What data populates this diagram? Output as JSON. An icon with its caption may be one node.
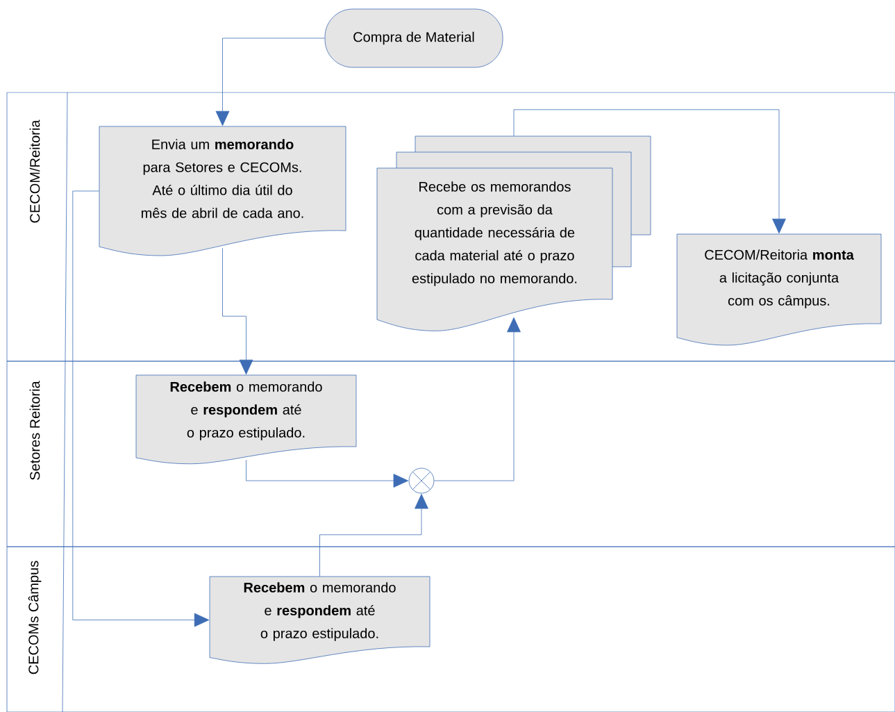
{
  "diagram": {
    "nodes": [
      {
        "text": [
          "Compra de Material"
        ]
      },
      {
        "text": [
          "CECOM/Reitoria"
        ]
      },
      {
        "text": [
          "Envia um **memorando** para Setores e CECOMs. Até o último dia útil do mês de abril de cada ano."
        ],
        "in": 1
      },
      {
        "text": [
          "Recebe os memorandos com a previsão da quantidade necessária de cada material até o prazo estipulado no memorando."
        ],
        "in": 1
      },
      {
        "text": [
          "CECOM/Reitoria **monta** a licitação conjunta com os câmpus."
        ],
        "in": 1
      },
      {
        "text": [
          "Setores Reitoria"
        ]
      },
      {
        "text": [
          "**Recebem** o memorando e **respondem** até o prazo estipulado."
        ],
        "in": 5
      },
      {
        "text": [],
        "shape": "circle",
        "in": 5
      },
      {
        "text": [
          "CECOMs Câmpus"
        ]
      },
      {
        "text": [
          "**Recebem** o memorando e **respondem** até o prazo estipulado."
        ],
        "in": 8
      }
    ],
    "edges": [
      {
        "from": 0,
        "to": 2,
        "arrow": "to"
      },
      {
        "from": 2,
        "to": 6,
        "arrow": "to"
      },
      {
        "from": 2,
        "to": 9,
        "arrow": "to"
      },
      {
        "from": 6,
        "to": 7,
        "arrow": "to"
      },
      {
        "from": 9,
        "to": 7,
        "arrow": "to"
      },
      {
        "from": 7,
        "to": 3,
        "arrow": "to"
      },
      {
        "from": 3,
        "to": 4,
        "arrow": "to"
      }
    ]
  }
}
